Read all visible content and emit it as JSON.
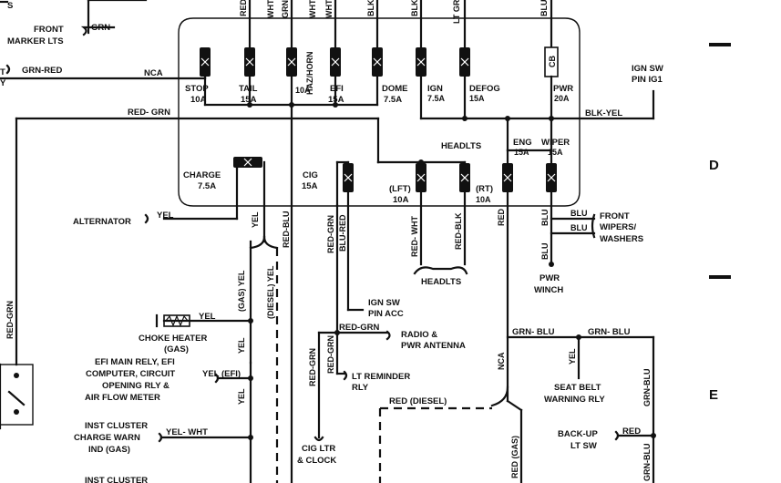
{
  "top_labels": [
    "RED",
    "WHT",
    "GRN",
    "WHT",
    "WHT",
    "BLK",
    "BLK",
    "LT GRN",
    "BLU"
  ],
  "left": {
    "front_marker_1": "FRONT",
    "front_marker_2": "MARKER LTS",
    "grn": "GRN",
    "grn_red": "GRN-RED",
    "nca": "NCA",
    "red_grn_h": "RED- GRN",
    "red_grn_v": "RED-GRN",
    "partial_s": "S",
    "partial_t": "T",
    "partial_y": "Y"
  },
  "fuses": {
    "stop": "STOP",
    "stop_a": "10A",
    "tail": "TAIL",
    "tail_a": "15A",
    "haz": "HAZ/HORN",
    "haz_a": "10A",
    "efi": "EFI",
    "efi_a": "15A",
    "dome": "DOME",
    "dome_a": "7.5A",
    "ign": "IGN",
    "ign_a": "7.5A",
    "defog": "DEFOG",
    "defog_a": "15A",
    "cb": "CB",
    "pwr": "PWR",
    "pwr_a": "20A",
    "charge": "CHARGE",
    "charge_a": "7.5A",
    "cig": "CIG",
    "cig_a": "15A",
    "headlts": "HEADLTS",
    "lft": "(LFT)",
    "lft_a": "10A",
    "rt": "(RT)",
    "rt_a": "10A",
    "eng": "ENG",
    "eng_a": "15A",
    "wiper": "WIPER",
    "wiper_a": "15A"
  },
  "right": {
    "ign_sw_1": "IGN SW",
    "ign_sw_2": "PIN IG1",
    "blk_yel": "BLK-YEL",
    "blu1": "BLU",
    "blu2": "BLU",
    "blu3": "BLU",
    "front_wipers_1": "FRONT",
    "front_wipers_2": "WIPERS/",
    "front_wipers_3": "WASHERS",
    "pwr_winch_1": "PWR",
    "pwr_winch_2": "WINCH",
    "grn_blu_1": "GRN- BLU",
    "grn_blu_2": "GRN- BLU",
    "grn_blu_v1": "GRN-BLU",
    "grn_blu_v2": "GRN-BLU",
    "yel": "YEL",
    "seat_belt_1": "SEAT BELT",
    "seat_belt_2": "WARNING RLY",
    "backup_1": "BACK-UP",
    "backup_2": "LT SW",
    "red": "RED",
    "nca": "NCA"
  },
  "middle": {
    "alternator": "ALTERNATOR",
    "yel": "YEL",
    "yel_v1": "YEL",
    "red_blu": "RED-BLU",
    "gas_yel": "(GAS) YEL",
    "diesel_yel": "(DIESEL) YEL",
    "red_grn_v": "RED-GRN",
    "blu_red_v": "BLU-RED",
    "red_wht_v": "RED- WHT",
    "red_blk_v": "RED-BLK",
    "red_v": "RED",
    "headlts": "HEADLTS",
    "ign_sw_acc_1": "IGN SW",
    "ign_sw_acc_2": "PIN ACC",
    "red_grn_2": "RED-GRN",
    "radio_1": "RADIO &",
    "radio_2": "PWR ANTENNA",
    "red_grn_v2": "RED-GRN",
    "red_grn_v3": "RED-GRN",
    "lt_rem_1": "LT REMINDER",
    "lt_rem_2": "RLY",
    "cig_ltr_1": "CIG LTR",
    "cig_ltr_2": "& CLOCK",
    "red_diesel": "RED (DIESEL)",
    "red_gas_v": "RED (GAS)"
  },
  "lower_left": {
    "choke_1": "CHOKE HEATER",
    "choke_2": "(GAS)",
    "choke_yel": "YEL",
    "efi_1": "EFI MAIN RELY, EFI",
    "efi_2": "COMPUTER, CIRCUIT",
    "efi_3": "OPENING RLY &",
    "efi_4": "AIR FLOW METER",
    "efi_yel": "YEL (EFI)",
    "yel_v2": "YEL",
    "yel_v3": "YEL",
    "inst_1": "INST CLUSTER",
    "inst_2": "CHARGE WARN",
    "inst_3": "IND (GAS)",
    "inst_yel_wht": "YEL- WHT",
    "inst_cluster_2": "INST CLUSTER"
  },
  "margin_marks": [
    "D",
    "E"
  ]
}
